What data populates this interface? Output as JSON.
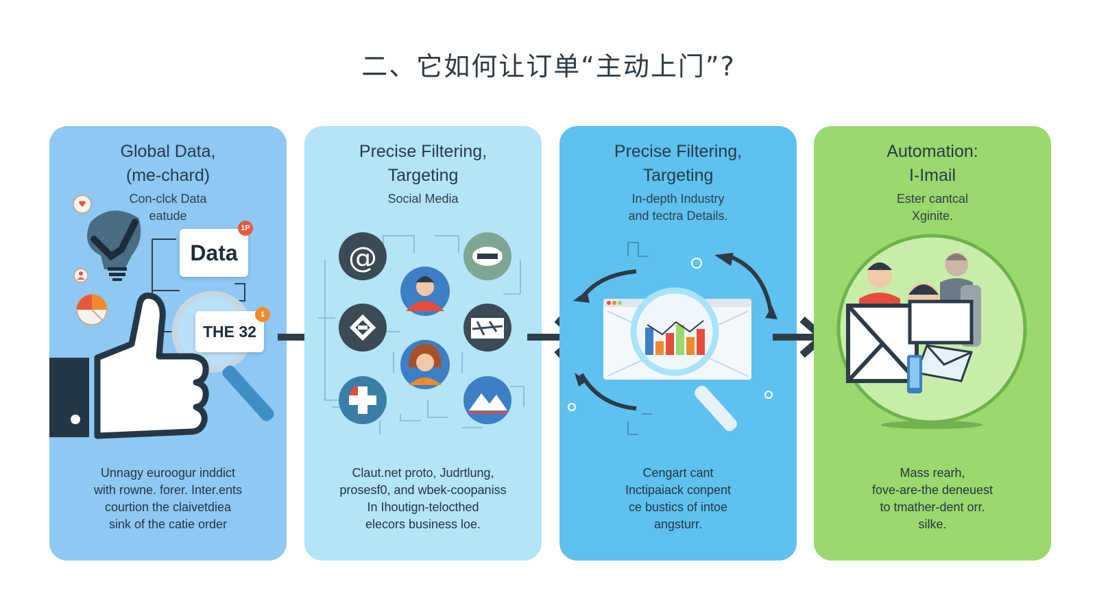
{
  "page": {
    "title": "二、它如何让订单“主动上门”?"
  },
  "cards": [
    {
      "title": "Global Data,\n(me-chard)",
      "subtitle": "Con-clck Data\neatude",
      "description": "Unnagy euroogur inddict\nwith rowne. forer. Inter.ents\ncourtion the claivetdiea\nsink of the catie order",
      "data_label": "Data",
      "data_badge": "1P",
      "the_label": "THE 32",
      "the_badge": "1",
      "color": "#8ec8f3"
    },
    {
      "title": "Precise Filtering,\nTargeting",
      "subtitle": "Social Media",
      "description": "Claut.net proto, Judrtlung,\nprosesf0, and wbek-coopaniss\nIn Ihoutign-telocthed\nelecors business loe.",
      "color": "#b4e4f7"
    },
    {
      "title": "Precise Filtering,\nTargeting",
      "subtitle": "In-depth Industry\nand tectra Details.",
      "description": "Cengart cant\nInctipaiack conpent\nce bustics of intoe\nangsturr.",
      "color": "#5fc1ef"
    },
    {
      "title": "Automation:\nI-Imail",
      "subtitle": "Ester cantcal\nXginite.",
      "description": "Mass rearh,\nfove-are-the deneuest\nto tmather-dent orr.\nsilke.",
      "color": "#9bd86d"
    }
  ],
  "icons": {
    "arrows": "right-arrow-icon",
    "card1": [
      "heart-notification-icon",
      "user-notification-icon",
      "pie-chart-icon",
      "lightbulb-icon",
      "thumbs-up-icon",
      "magnifier-icon"
    ],
    "card2": [
      "at-sign-icon",
      "user-avatar-icon",
      "gear-icon",
      "woman-avatar-icon",
      "map-icon",
      "medical-cross-icon",
      "mountain-icon",
      "robot-icon"
    ],
    "card3": [
      "refresh-arrows-icon",
      "bar-chart-icon",
      "magnifier-icon"
    ],
    "card4": [
      "team-icon",
      "envelope-icon",
      "phone-icon"
    ]
  },
  "colors": {
    "arrow": "#2f3d49",
    "accent_dark": "#263a4b"
  }
}
